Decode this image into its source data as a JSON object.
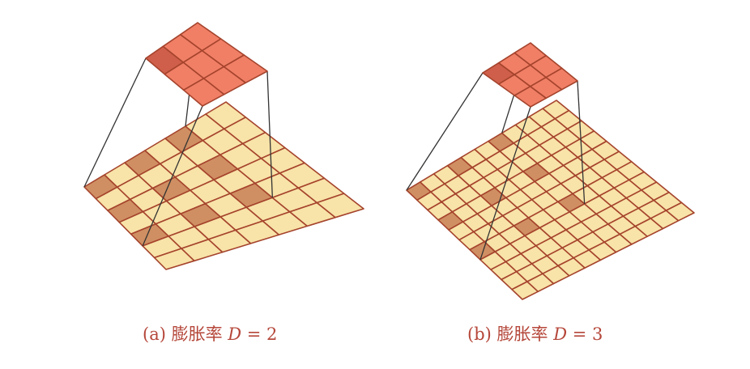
{
  "colors": {
    "input_cell": "#f8e3a8",
    "input_highlight": "#cf8f62",
    "grid_line": "#a5432c",
    "kernel_cell": "#f07f66",
    "kernel_highlight": "#cf5f4a",
    "projection_line": "#333333",
    "caption": "#b5473a"
  },
  "panels": [
    {
      "id": "a",
      "input_size": 7,
      "kernel_size": 3,
      "dilation": 2,
      "caption": {
        "prefix": "(a) 膨胀率 ",
        "var": "D",
        "rest": " = 2"
      }
    },
    {
      "id": "b",
      "input_size": 11,
      "kernel_size": 3,
      "dilation": 3,
      "caption": {
        "prefix": "(b) 膨胀率 ",
        "var": "D",
        "rest": " = 3"
      }
    }
  ]
}
